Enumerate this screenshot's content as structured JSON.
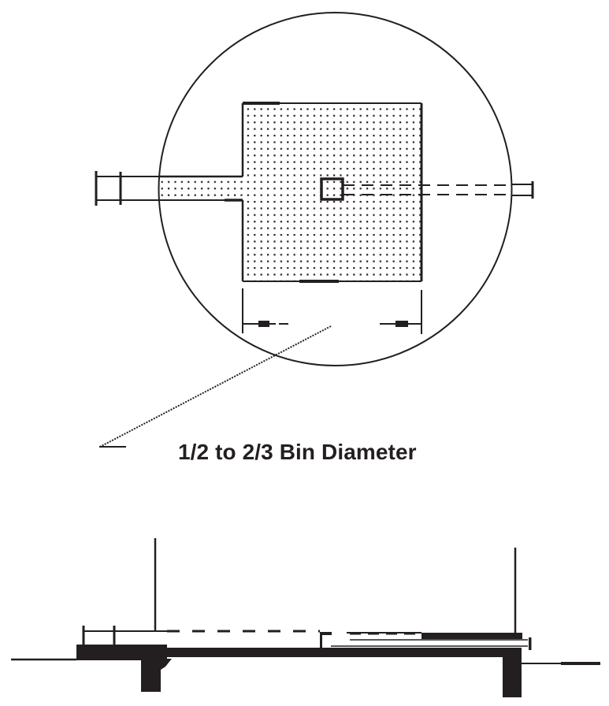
{
  "diagram": {
    "caption": "1/2 to 2/3 Bin Diameter",
    "colors": {
      "ink": "#231f20",
      "background": "#ffffff"
    },
    "top_view": {
      "name": "plan view of bin with centered square floor section and unload auger",
      "elements": [
        "bin-circle",
        "center-square-plenum",
        "left-transition-duct",
        "left-fan-pipe",
        "center-sump",
        "right-unload-tube",
        "dimension-line",
        "leader-line"
      ]
    },
    "side_view": {
      "name": "cross-section elevation of bin floor with walls, supports and unload tube",
      "elements": [
        "left-wall-post",
        "right-wall-post",
        "floor-slab",
        "left-footing",
        "right-footing",
        "ground-lines",
        "auger-tube"
      ]
    }
  }
}
